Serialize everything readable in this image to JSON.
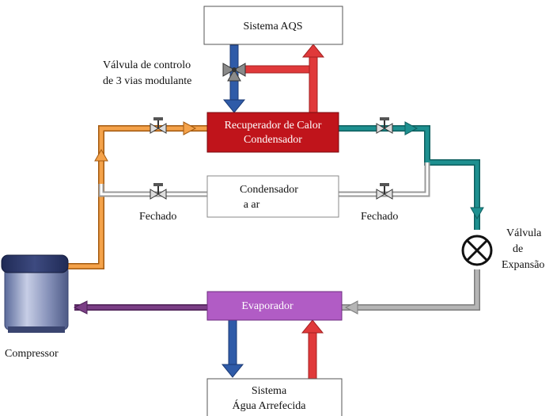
{
  "diagram": {
    "boxes": {
      "aqs": "Sistema AQS",
      "recuperador_line1": "Recuperador de Calor",
      "recuperador_line2": "Condensador",
      "condensador_line1": "Condensador",
      "condensador_line2": "a ar",
      "evaporador": "Evaporador",
      "agua_line1": "Sistema",
      "agua_line2": "Água Arrefecida"
    },
    "labels": {
      "valvula3_line1": "Válvula de controlo",
      "valvula3_line2": "de 3 vias modulante",
      "fechado_left": "Fechado",
      "fechado_right": "Fechado",
      "expansao_line1": "Válvula",
      "expansao_line2": "de",
      "expansao_line3": "Expansão",
      "compressor": "Compressor"
    },
    "colors": {
      "orange": "#F4A24A",
      "teal": "#1E9090",
      "purple": "#7B3F86",
      "grey": "#B5B5B5",
      "red": "#E0393A",
      "blue": "#2F5BA8",
      "recuperador_fill": "#C0141B",
      "evaporador_fill": "#B15CC5"
    }
  }
}
